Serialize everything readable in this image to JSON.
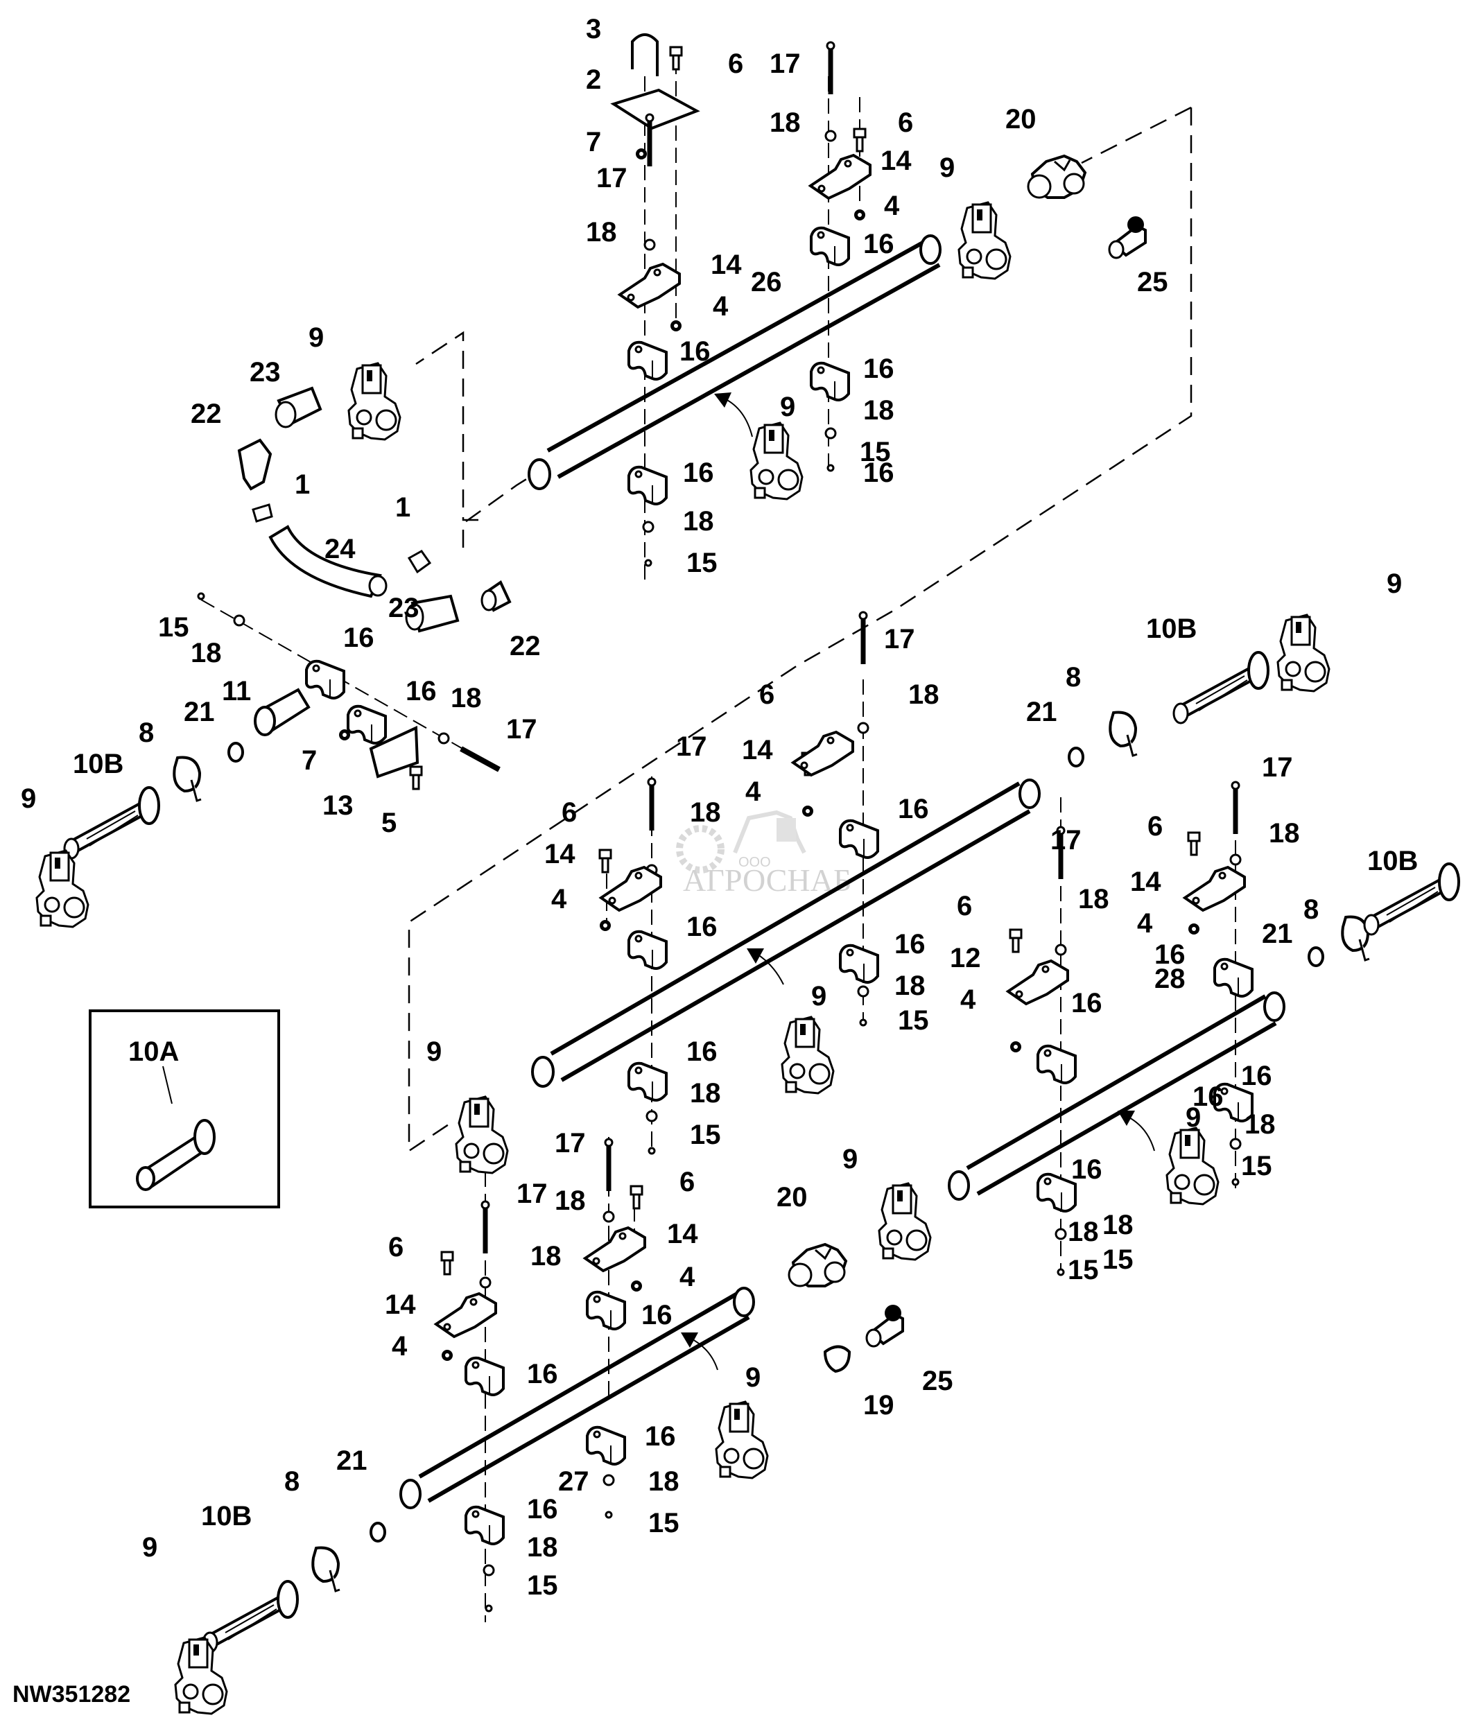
{
  "diagram": {
    "reference_id": "NW351282",
    "inset_label": "10A",
    "watermark": {
      "company_prefix": "ООО",
      "company_name": "АГРОСНАБ"
    },
    "callouts": [
      {
        "id": "c1",
        "text": "3"
      },
      {
        "id": "c2",
        "text": "6"
      },
      {
        "id": "c3",
        "text": "2"
      },
      {
        "id": "c4",
        "text": "7"
      },
      {
        "id": "c5",
        "text": "17"
      },
      {
        "id": "c6",
        "text": "18"
      },
      {
        "id": "c7",
        "text": "14"
      },
      {
        "id": "c8",
        "text": "4"
      },
      {
        "id": "c9",
        "text": "16"
      },
      {
        "id": "c10",
        "text": "26"
      },
      {
        "id": "c11",
        "text": "16"
      },
      {
        "id": "c12",
        "text": "16"
      },
      {
        "id": "c13",
        "text": "18"
      },
      {
        "id": "c14",
        "text": "15"
      },
      {
        "id": "c15",
        "text": "17"
      },
      {
        "id": "c16",
        "text": "18"
      },
      {
        "id": "c17",
        "text": "6"
      },
      {
        "id": "c18",
        "text": "14"
      },
      {
        "id": "c19",
        "text": "4"
      },
      {
        "id": "c20",
        "text": "16"
      },
      {
        "id": "c21",
        "text": "16"
      },
      {
        "id": "c22",
        "text": "18"
      },
      {
        "id": "c23",
        "text": "15"
      },
      {
        "id": "c24",
        "text": "9"
      },
      {
        "id": "c25",
        "text": "20"
      },
      {
        "id": "c26",
        "text": "9"
      },
      {
        "id": "c27",
        "text": "25"
      },
      {
        "id": "c28",
        "text": "9"
      },
      {
        "id": "c29",
        "text": "23"
      },
      {
        "id": "c30",
        "text": "22"
      },
      {
        "id": "c31",
        "text": "1"
      },
      {
        "id": "c32",
        "text": "24"
      },
      {
        "id": "c33",
        "text": "1"
      },
      {
        "id": "c34",
        "text": "23"
      },
      {
        "id": "c35",
        "text": "22"
      },
      {
        "id": "c36",
        "text": "15"
      },
      {
        "id": "c37",
        "text": "18"
      },
      {
        "id": "c38",
        "text": "16"
      },
      {
        "id": "c39",
        "text": "16"
      },
      {
        "id": "c40",
        "text": "18"
      },
      {
        "id": "c41",
        "text": "17"
      },
      {
        "id": "c42",
        "text": "11"
      },
      {
        "id": "c43",
        "text": "21"
      },
      {
        "id": "c44",
        "text": "8"
      },
      {
        "id": "c45",
        "text": "10B"
      },
      {
        "id": "c46",
        "text": "9"
      },
      {
        "id": "c47",
        "text": "7"
      },
      {
        "id": "c48",
        "text": "13"
      },
      {
        "id": "c49",
        "text": "5"
      },
      {
        "id": "c50",
        "text": "9"
      },
      {
        "id": "c51",
        "text": "10B"
      },
      {
        "id": "c52",
        "text": "8"
      },
      {
        "id": "c53",
        "text": "21"
      },
      {
        "id": "c54",
        "text": "17"
      },
      {
        "id": "c55",
        "text": "6"
      },
      {
        "id": "c56",
        "text": "18"
      },
      {
        "id": "c57",
        "text": "14"
      },
      {
        "id": "c58",
        "text": "4"
      },
      {
        "id": "c59",
        "text": "16"
      },
      {
        "id": "c60",
        "text": "17"
      },
      {
        "id": "c61",
        "text": "6"
      },
      {
        "id": "c62",
        "text": "18"
      },
      {
        "id": "c63",
        "text": "14"
      },
      {
        "id": "c64",
        "text": "4"
      },
      {
        "id": "c65",
        "text": "16"
      },
      {
        "id": "c66",
        "text": "16"
      },
      {
        "id": "c67",
        "text": "18"
      },
      {
        "id": "c68",
        "text": "15"
      },
      {
        "id": "c69",
        "text": "9"
      },
      {
        "id": "c70",
        "text": "9"
      },
      {
        "id": "c71",
        "text": "16"
      },
      {
        "id": "c72",
        "text": "18"
      },
      {
        "id": "c73",
        "text": "15"
      },
      {
        "id": "c74",
        "text": "17"
      },
      {
        "id": "c75",
        "text": "6"
      },
      {
        "id": "c76",
        "text": "18"
      },
      {
        "id": "c77",
        "text": "14"
      },
      {
        "id": "c78",
        "text": "4"
      },
      {
        "id": "c79",
        "text": "16"
      },
      {
        "id": "c80",
        "text": "10B"
      },
      {
        "id": "c81",
        "text": "8"
      },
      {
        "id": "c82",
        "text": "21"
      },
      {
        "id": "c83",
        "text": "17"
      },
      {
        "id": "c84",
        "text": "6"
      },
      {
        "id": "c85",
        "text": "18"
      },
      {
        "id": "c86",
        "text": "12"
      },
      {
        "id": "c87",
        "text": "4"
      },
      {
        "id": "c88",
        "text": "16"
      },
      {
        "id": "c89",
        "text": "28"
      },
      {
        "id": "c90",
        "text": "16"
      },
      {
        "id": "c91",
        "text": "9"
      },
      {
        "id": "c92",
        "text": "18"
      },
      {
        "id": "c93",
        "text": "15"
      },
      {
        "id": "c94",
        "text": "16"
      },
      {
        "id": "c95",
        "text": "18"
      },
      {
        "id": "c96",
        "text": "15"
      },
      {
        "id": "c97",
        "text": "17"
      },
      {
        "id": "c98",
        "text": "18"
      },
      {
        "id": "c99",
        "text": "6"
      },
      {
        "id": "c100",
        "text": "14"
      },
      {
        "id": "c101",
        "text": "4"
      },
      {
        "id": "c102",
        "text": "17"
      },
      {
        "id": "c103",
        "text": "6"
      },
      {
        "id": "c104",
        "text": "18"
      },
      {
        "id": "c105",
        "text": "14"
      },
      {
        "id": "c106",
        "text": "4"
      },
      {
        "id": "c107",
        "text": "16"
      },
      {
        "id": "c108",
        "text": "16"
      },
      {
        "id": "c109",
        "text": "20"
      },
      {
        "id": "c110",
        "text": "9"
      },
      {
        "id": "c111",
        "text": "25"
      },
      {
        "id": "c112",
        "text": "19"
      },
      {
        "id": "c113",
        "text": "9"
      },
      {
        "id": "c114",
        "text": "16"
      },
      {
        "id": "c115",
        "text": "18"
      },
      {
        "id": "c116",
        "text": "15"
      },
      {
        "id": "c117",
        "text": "27"
      },
      {
        "id": "c118",
        "text": "21"
      },
      {
        "id": "c119",
        "text": "8"
      },
      {
        "id": "c120",
        "text": "10B"
      },
      {
        "id": "c121",
        "text": "9"
      },
      {
        "id": "c122",
        "text": "16"
      },
      {
        "id": "c123",
        "text": "18"
      },
      {
        "id": "c124",
        "text": "15"
      },
      {
        "id": "c125",
        "text": "16"
      },
      {
        "id": "c126",
        "text": "18"
      },
      {
        "id": "c127",
        "text": "15"
      }
    ]
  }
}
